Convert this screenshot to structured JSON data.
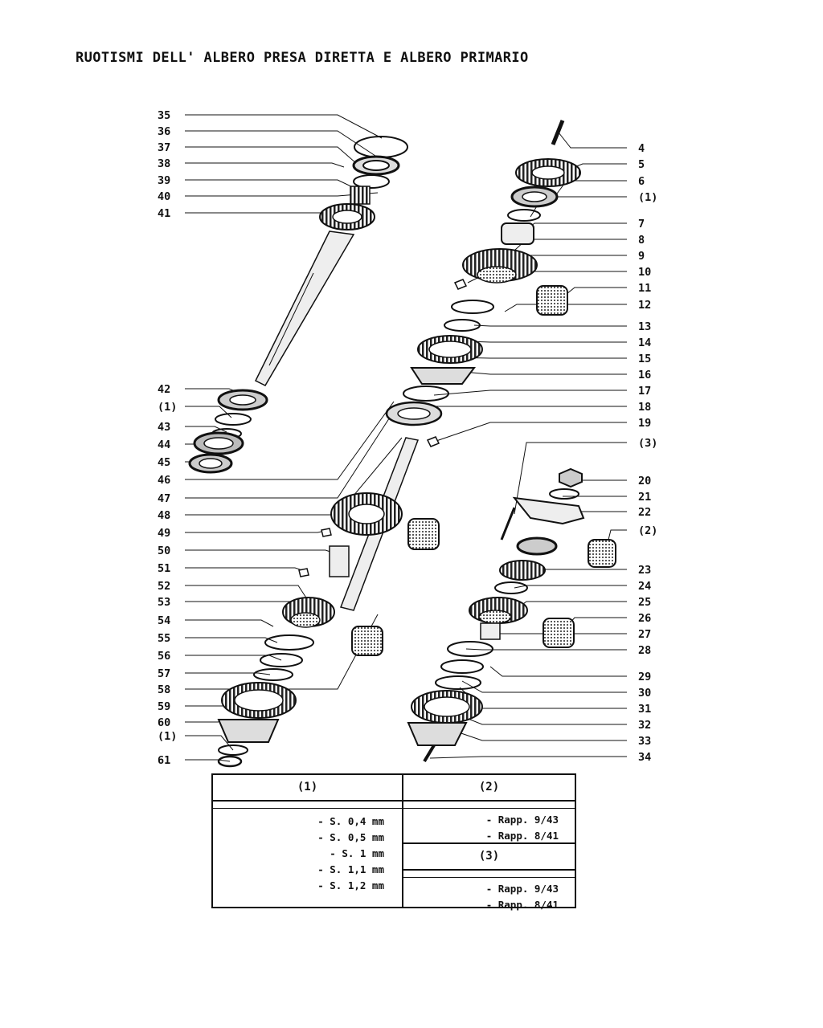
{
  "title": "RUOTISMI DELL' ALBERO PRESA DIRETTA E ALBERO PRIMARIO",
  "left_labels": [
    "35",
    "36",
    "37",
    "38",
    "39",
    "40",
    "41",
    "42",
    "(1)",
    "43",
    "44",
    "45",
    "46",
    "47",
    "48",
    "49",
    "50",
    "51",
    "52",
    "53",
    "54",
    "55",
    "56",
    "57",
    "58",
    "59",
    "60",
    "(1)",
    "61"
  ],
  "right_labels_top": [
    "4",
    "5",
    "6",
    "(1)",
    "7",
    "8",
    "9",
    "10",
    "11",
    "12",
    "13",
    "14",
    "15",
    "16",
    "17",
    "18",
    "19"
  ],
  "right_labels_bottom": [
    "(3)",
    "20",
    "21",
    "22",
    "(2)",
    "23",
    "24",
    "25",
    "26",
    "27",
    "28",
    "29",
    "30",
    "31",
    "32",
    "33",
    "34"
  ],
  "legend": {
    "col1": {
      "header": "(1)",
      "items": [
        "- S. 0,4 mm",
        "- S. 0,5 mm",
        "- S. 1 mm",
        "- S. 1,1 mm",
        "- S. 1,2 mm"
      ]
    },
    "col2": {
      "header": "(2)",
      "items": [
        "- Rapp. 9/43",
        "- Rapp. 8/41"
      ]
    },
    "col3": {
      "header": "(3)",
      "items": [
        "- Rapp. 9/43",
        "- Rapp. 8/41"
      ]
    }
  }
}
